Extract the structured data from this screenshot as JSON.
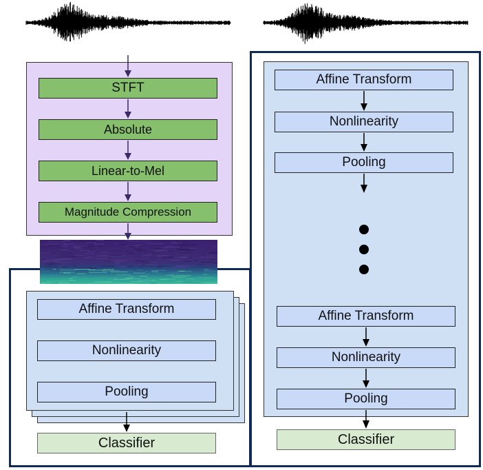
{
  "frontend": {
    "steps": [
      "STFT",
      "Absolute",
      "Linear-to-Mel",
      "Magnitude Compression"
    ]
  },
  "left_model": {
    "layers": [
      "Affine Transform",
      "Nonlinearity",
      "Pooling"
    ],
    "classifier": "Classifier"
  },
  "right_model": {
    "layers_top": [
      "Affine Transform",
      "Nonlinearity",
      "Pooling"
    ],
    "layers_bottom": [
      "Affine Transform",
      "Nonlinearity",
      "Pooling"
    ],
    "classifier": "Classifier"
  },
  "colors": {
    "frame": "#0f2a56",
    "frontend_bg": "#e3d4f8",
    "frontend_box": "#86c06c",
    "panel_bg": "#cfe0f4",
    "layer_box": "#c9d9f8",
    "classifier_box": "#d8ebd0",
    "arrow_purple": "#3a2a66"
  }
}
